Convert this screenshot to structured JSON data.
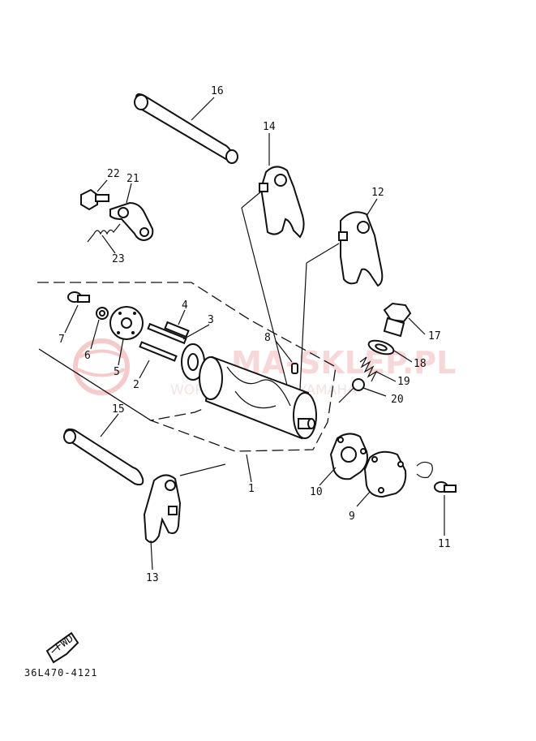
{
  "diagram": {
    "catalog_code": "36L470-4121",
    "fwd_label": "FWD",
    "watermark": {
      "main": "MA-SKLEP.PL",
      "sub": "WORLD'S DEALER YAMAHA"
    },
    "callouts": [
      "1",
      "2",
      "3",
      "4",
      "5",
      "6",
      "7",
      "8",
      "9",
      "10",
      "11",
      "12",
      "13",
      "14",
      "15",
      "16",
      "17",
      "18",
      "19",
      "20",
      "21",
      "22",
      "23"
    ]
  }
}
